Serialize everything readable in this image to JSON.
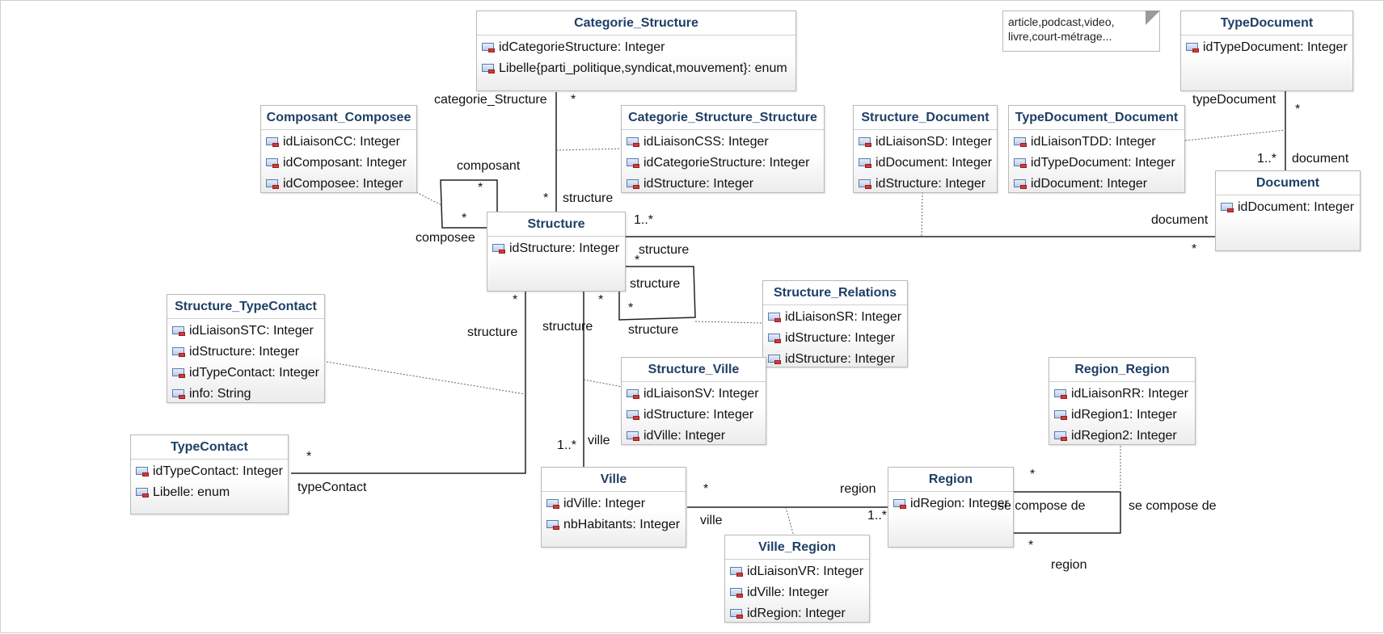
{
  "classes": [
    {
      "id": "categorie_structure",
      "name": "Categorie_Structure",
      "attrs": [
        "idCategorieStructure: Integer",
        "Libelle{parti_politique,syndicat,mouvement}: enum"
      ]
    },
    {
      "id": "composant_composee",
      "name": "Composant_Composee",
      "attrs": [
        "idLiaisonCC: Integer",
        "idComposant: Integer",
        "idComposee: Integer"
      ]
    },
    {
      "id": "categorie_structure_structure",
      "name": "Categorie_Structure_Structure",
      "attrs": [
        "idLiaisonCSS: Integer",
        "idCategorieStructure: Integer",
        "idStructure: Integer"
      ]
    },
    {
      "id": "structure_document",
      "name": "Structure_Document",
      "attrs": [
        "idLiaisonSD: Integer",
        "idDocument: Integer",
        "idStructure: Integer"
      ]
    },
    {
      "id": "typedocument_document",
      "name": "TypeDocument_Document",
      "attrs": [
        "idLiaisonTDD: Integer",
        "idTypeDocument: Integer",
        "idDocument: Integer"
      ]
    },
    {
      "id": "typedocument",
      "name": "TypeDocument",
      "attrs": [
        "idTypeDocument: Integer"
      ]
    },
    {
      "id": "document",
      "name": "Document",
      "attrs": [
        "idDocument: Integer"
      ]
    },
    {
      "id": "structure",
      "name": "Structure",
      "attrs": [
        "idStructure: Integer"
      ]
    },
    {
      "id": "structure_relations",
      "name": "Structure_Relations",
      "attrs": [
        "idLiaisonSR: Integer",
        "idStructure: Integer",
        "idStructure: Integer"
      ]
    },
    {
      "id": "structure_typecontact",
      "name": "Structure_TypeContact",
      "attrs": [
        "idLiaisonSTC: Integer",
        "idStructure: Integer",
        "idTypeContact: Integer",
        "info: String"
      ]
    },
    {
      "id": "structure_ville",
      "name": "Structure_Ville",
      "attrs": [
        "idLiaisonSV: Integer",
        "idStructure: Integer",
        "idVille: Integer"
      ]
    },
    {
      "id": "region_region",
      "name": "Region_Region",
      "attrs": [
        "idLiaisonRR: Integer",
        "idRegion1: Integer",
        "idRegion2: Integer"
      ]
    },
    {
      "id": "typecontact",
      "name": "TypeContact",
      "attrs": [
        "idTypeContact: Integer",
        "Libelle: enum"
      ]
    },
    {
      "id": "ville",
      "name": "Ville",
      "attrs": [
        "idVille: Integer",
        "nbHabitants: Integer"
      ]
    },
    {
      "id": "region",
      "name": "Region",
      "attrs": [
        "idRegion: Integer"
      ]
    },
    {
      "id": "ville_region",
      "name": "Ville_Region",
      "attrs": [
        "idLiaisonVR: Integer",
        "idVille: Integer",
        "idRegion: Integer"
      ]
    }
  ],
  "note": {
    "text": "article,podcast,video, livre,court-métrage..."
  },
  "labels": [
    {
      "id": "lbl-categorie-structure-role",
      "text": "categorie_Structure"
    },
    {
      "id": "lbl-cs-mult",
      "text": "*"
    },
    {
      "id": "lbl-structure-role-top",
      "text": "structure"
    },
    {
      "id": "lbl-structure-mult-top",
      "text": "*"
    },
    {
      "id": "lbl-composant-role",
      "text": "composant"
    },
    {
      "id": "lbl-composant-mult",
      "text": "*"
    },
    {
      "id": "lbl-composee-mult",
      "text": "*"
    },
    {
      "id": "lbl-composee-role",
      "text": "composee"
    },
    {
      "id": "lbl-typedoc-role",
      "text": "typeDocument"
    },
    {
      "id": "lbl-typedoc-mult",
      "text": "*"
    },
    {
      "id": "lbl-doc-mult-top",
      "text": "1..*"
    },
    {
      "id": "lbl-doc-role-top",
      "text": "document"
    },
    {
      "id": "lbl-structure-doc-mult",
      "text": "1..*"
    },
    {
      "id": "lbl-document-role",
      "text": "document"
    },
    {
      "id": "lbl-document-mult",
      "text": "*"
    },
    {
      "id": "lbl-structure-rel-role1",
      "text": "structure"
    },
    {
      "id": "lbl-structure-rel-mult1",
      "text": "*"
    },
    {
      "id": "lbl-structure-rel-role2",
      "text": "structure"
    },
    {
      "id": "lbl-structure-rel-mult2",
      "text": "*"
    },
    {
      "id": "lbl-structure-rel-mult3",
      "text": "*"
    },
    {
      "id": "lbl-structure-rel-role3",
      "text": "structure"
    },
    {
      "id": "lbl-structure-tc-mult",
      "text": "*"
    },
    {
      "id": "lbl-structure-tc-role",
      "text": "structure"
    },
    {
      "id": "lbl-structure-ville-role",
      "text": "structure"
    },
    {
      "id": "lbl-ville-mult",
      "text": "1..*"
    },
    {
      "id": "lbl-ville-role",
      "text": "ville"
    },
    {
      "id": "lbl-typecontact-mult",
      "text": "*"
    },
    {
      "id": "lbl-typecontact-role",
      "text": "typeContact"
    },
    {
      "id": "lbl-ville-region-mult",
      "text": "*"
    },
    {
      "id": "lbl-region-role",
      "text": "region"
    },
    {
      "id": "lbl-region-mult",
      "text": "1..*"
    },
    {
      "id": "lbl-ville-role2",
      "text": "ville"
    },
    {
      "id": "lbl-rr-mult1",
      "text": "*"
    },
    {
      "id": "lbl-rr-role1",
      "text": "se compose de"
    },
    {
      "id": "lbl-rr-role2",
      "text": "se compose de"
    },
    {
      "id": "lbl-rr-mult2",
      "text": "*"
    },
    {
      "id": "lbl-rr-region",
      "text": "region"
    }
  ]
}
